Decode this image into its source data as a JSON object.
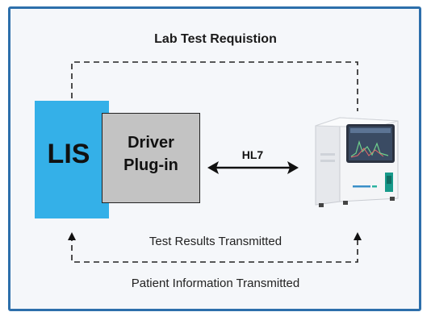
{
  "diagram": {
    "title": "Lab Test Requistion",
    "lis_label": "LIS",
    "driver_line1": "Driver",
    "driver_line2": "Plug-in",
    "protocol_label": "HL7",
    "results_label": "Test Results Transmitted",
    "patient_label": "Patient Information Transmitted",
    "device_icon": "hematology-analyzer-icon"
  },
  "colors": {
    "frame": "#2d6fab",
    "lis": "#34b0e8",
    "driver": "#c3c3c3",
    "device_screen": "#3a4b63",
    "device_accent": "#17998a"
  }
}
